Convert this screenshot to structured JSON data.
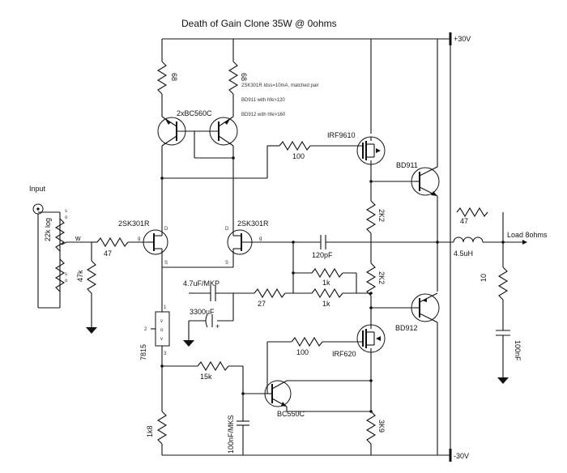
{
  "title": "Death of Gain Clone 35W @ 0ohms",
  "rails": {
    "positive": "+30V",
    "negative": "-30V"
  },
  "notes": [
    "2SK301R Idss=10mA, matched pair",
    "BD911 with hfe>120",
    "BD912 with hfe>160"
  ],
  "labels": {
    "input": "Input",
    "pot_w": "w",
    "pot_s_top": "s",
    "pot_o_top": "o",
    "pot_s_bot": "s",
    "pot_o_bot": "o",
    "g1": "g",
    "g2": "g",
    "d1": "D",
    "d2": "D",
    "s1": "S",
    "s2": "S",
    "reg_pin1": "1",
    "reg_pin2": "2",
    "reg_pin3": "3",
    "reg_body_top": "v",
    "reg_body_mid": "o",
    "reg_body_bot": "v",
    "cap_plus": "+",
    "load": "Load 8ohms"
  },
  "components": {
    "r_top_left": "68",
    "r_top_right": "68",
    "q_pnp_pair": "2xBC560C",
    "r_gate_irf9610": "100",
    "q_irf9610": "IRF9610",
    "q_bd911": "BD911",
    "r_2k2_top": "2K2",
    "r_2k2_bot": "2K2",
    "jfet_left": "2SK301R",
    "jfet_right": "2SK301R",
    "pot": "22k log",
    "r_47_in": "47",
    "r_47k": "47k",
    "cap_120pf": "120pF",
    "r_1k_a": "1k",
    "r_1k_b": "1k",
    "r_27": "27",
    "cap_4u7": "4.7uF/MKP",
    "cap_3300u": "3300uF",
    "q_bd912": "BD912",
    "reg_7815": "7815",
    "r_gate_irf620": "100",
    "q_irf620": "IRF620",
    "r_15k": "15k",
    "q_bc550c": "BC550C",
    "r_1k8": "1k8",
    "cap_100n_mks": "100nF/MKS",
    "r_3k9": "3K9",
    "r_zobel_47": "47",
    "l_4u5": "4.5uH",
    "r_zobel_10": "10",
    "cap_100nf": "100nF"
  }
}
